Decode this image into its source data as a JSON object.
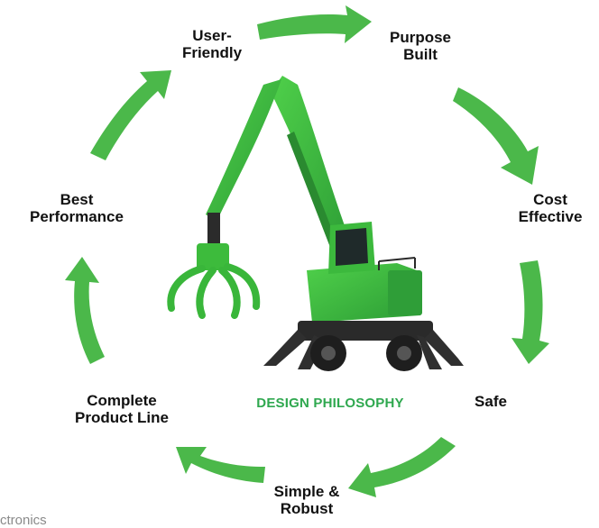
{
  "colors": {
    "arrow": "#4bb84a",
    "machine": "#3cba3e",
    "center_title": "#2fa84f",
    "stage_text": "#111111"
  },
  "center_title": "DESIGN PHILOSOPHY",
  "stages": [
    {
      "id": "user-friendly",
      "label": "User-\nFriendly"
    },
    {
      "id": "purpose-built",
      "label": "Purpose\nBuilt"
    },
    {
      "id": "cost-effective",
      "label": "Cost\nEffective"
    },
    {
      "id": "safe",
      "label": "Safe"
    },
    {
      "id": "simple-robust",
      "label": "Simple &\nRobust"
    },
    {
      "id": "complete-product-line",
      "label": "Complete\nProduct Line"
    },
    {
      "id": "best-performance",
      "label": "Best\nPerformance"
    }
  ],
  "footer_fragment": "ctronics",
  "image": {
    "icon": "material-handler-excavator-illustration"
  }
}
